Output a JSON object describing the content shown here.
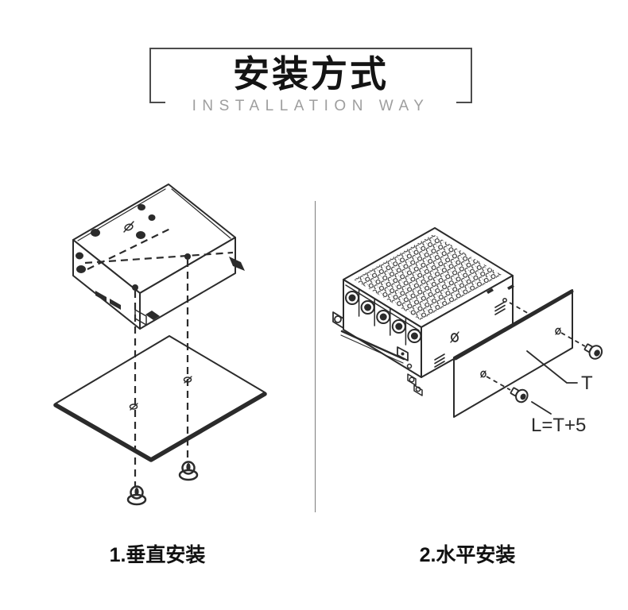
{
  "title": {
    "zh": "安装方式",
    "en": "INSTALLATION WAY"
  },
  "diagrams": {
    "vertical": {
      "caption": "1.垂直安装"
    },
    "horizontal": {
      "caption": "2.水平安装",
      "labels": {
        "plate_thickness": "T",
        "screw_length": "L=T+5"
      }
    }
  },
  "colors": {
    "line_art": "#2b2b2b",
    "title_text": "#141414",
    "subtitle_text": "#9e9e9e",
    "frame_border": "#4c4c4c",
    "divider": "#7d7d7d"
  }
}
